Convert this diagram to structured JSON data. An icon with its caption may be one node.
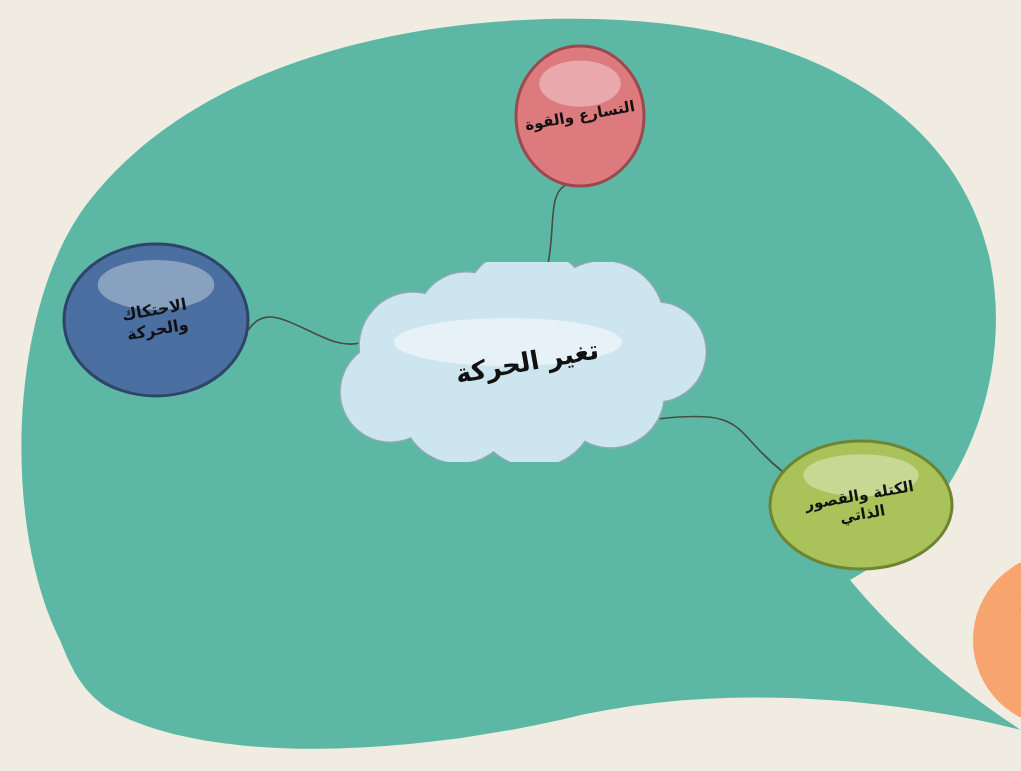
{
  "diagram": {
    "nodes": [
      {
        "text": [
          "تغير الحركة"
        ]
      },
      {
        "text": [
          "التسارع والقوة"
        ]
      },
      {
        "text": [
          "الاحتكاك والحركة"
        ]
      },
      {
        "text": [
          "الكتلة والقصور الذاتي"
        ]
      }
    ],
    "edges": [
      {
        "from": 0,
        "to": 1,
        "arrow": "none"
      },
      {
        "from": 0,
        "to": 2,
        "arrow": "none"
      },
      {
        "from": 0,
        "to": 3,
        "arrow": "none"
      }
    ]
  }
}
